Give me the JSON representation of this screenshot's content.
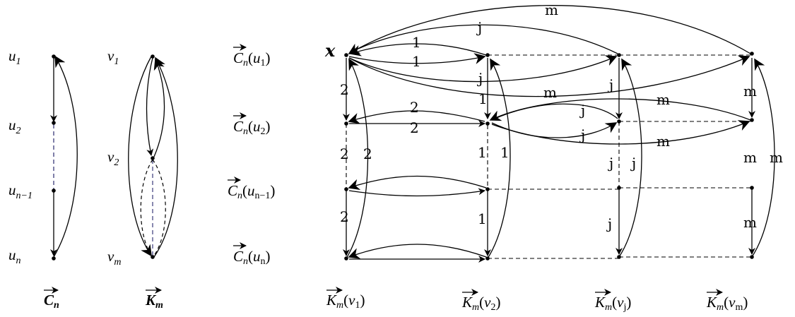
{
  "left_graphs": {
    "cn": {
      "vertex_labels": [
        {
          "base": "u",
          "sub": "1"
        },
        {
          "base": "u",
          "sub": "2"
        },
        {
          "base": "u",
          "sub": "n−1"
        },
        {
          "base": "u",
          "sub": "n"
        }
      ],
      "caption": {
        "base": "C",
        "sub": "n"
      }
    },
    "km": {
      "vertex_labels": [
        {
          "base": "v",
          "sub": "1"
        },
        {
          "base": "v",
          "sub": "2"
        },
        {
          "base": "v",
          "sub": "m"
        }
      ],
      "caption": {
        "base": "K",
        "sub": "m"
      }
    }
  },
  "product": {
    "root_label": "x",
    "row_labels": [
      {
        "base": "C",
        "sub": "n",
        "arg": "u",
        "argsub": "1"
      },
      {
        "base": "C",
        "sub": "n",
        "arg": "u",
        "argsub": "2"
      },
      {
        "base": "C",
        "sub": "n",
        "arg": "u",
        "argsub": "n−1"
      },
      {
        "base": "C",
        "sub": "n",
        "arg": "u",
        "argsub": "n"
      }
    ],
    "column_labels": [
      {
        "base": "K",
        "sub": "m",
        "arg": "v",
        "argsub": "1"
      },
      {
        "base": "K",
        "sub": "m",
        "arg": "v",
        "argsub": "2"
      },
      {
        "base": "K",
        "sub": "m",
        "arg": "v",
        "argsub": "j"
      },
      {
        "base": "K",
        "sub": "m",
        "arg": "v",
        "argsub": "m"
      }
    ],
    "edge_labels": {
      "top_m": "m",
      "top_j": "j",
      "x_v2_upper": "1",
      "x_v2_lower": "1",
      "down_j": "j",
      "down_1": "1",
      "down_m_1": "m",
      "down_j_1": "j",
      "row2_m_upper": "m",
      "row2_j_upper": "j",
      "row2_2_upper": "2",
      "row2_2_lower": "2",
      "row2_j_lower": "j",
      "row2_m_lower": "m",
      "col1_2_a": "2",
      "col1_2_b": "2",
      "col1_2_c": "2",
      "col1_2_d": "2",
      "col2_1_a": "1",
      "col2_1_b": "1",
      "col2_1_c": "1",
      "col3_j_a": "j",
      "col3_j_b": "j",
      "col3_j_c": "j",
      "col4_m_a": "m",
      "col4_m_b": "m",
      "col4_m_c": "m"
    }
  }
}
